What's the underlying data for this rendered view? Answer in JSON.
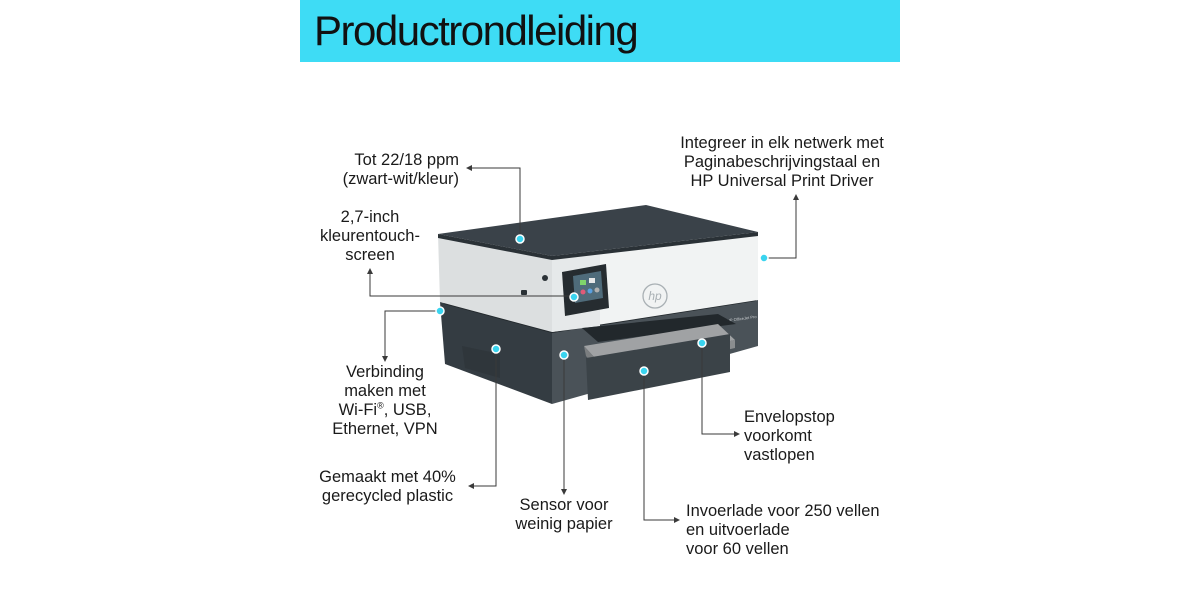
{
  "title": "Productrondleiding",
  "callouts": {
    "speed": [
      "Tot 22/18 ppm",
      "(zwart-wit/kleur)"
    ],
    "screen": [
      "2,7-inch",
      "kleurentouch-",
      "screen"
    ],
    "network": [
      "Integreer in elk netwerk met",
      "Paginabeschrijvingstaal en",
      "HP Universal Print Driver"
    ],
    "connect": {
      "line1": "Verbinding",
      "line2": "maken met",
      "line3_a": "Wi-Fi",
      "line3_sup": "®",
      "line3_b": ", USB,",
      "line4": "Ethernet, VPN"
    },
    "recycled": [
      "Gemaakt met 40%",
      "gerecycled plastic"
    ],
    "sensor": [
      "Sensor voor",
      "weinig papier"
    ],
    "envelope": [
      "Envelopstop",
      "voorkomt",
      "vastlopen"
    ],
    "trays": [
      "Invoerlade voor 250 vellen",
      "en uitvoerlade",
      "voor 60 vellen"
    ]
  },
  "printer": {
    "brand_logo": "hp",
    "model_badge": "HP OfficeJet Pro",
    "colors": {
      "accent": "#3edcf5",
      "top_cover": "#3a4249",
      "body": "#eef0f0",
      "base": "#3e464c",
      "tray": "#9a9c9e"
    }
  }
}
